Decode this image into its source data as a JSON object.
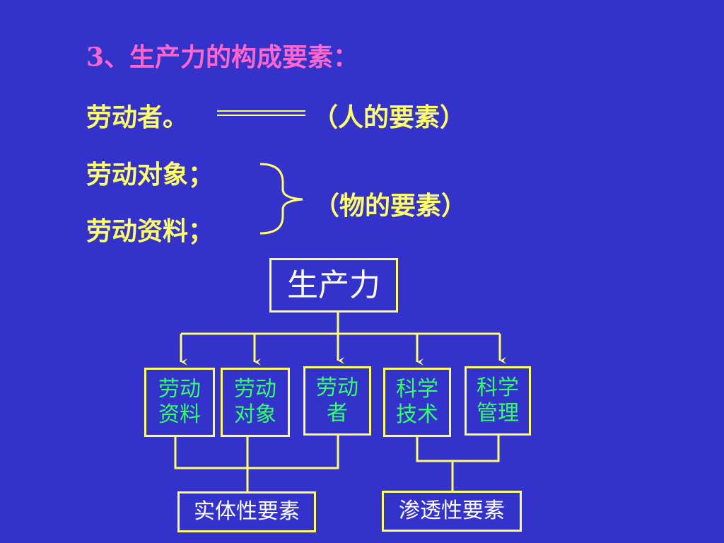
{
  "title": "3、生产力的构成要素：",
  "line1": {
    "text": "劳动者。",
    "category": "（人的要素）"
  },
  "group2": {
    "item1": "劳动对象；",
    "item2": "劳动资料；",
    "category": "（物的要素）"
  },
  "diagram": {
    "root": "生产力",
    "children": [
      {
        "label": "劳动\n资料"
      },
      {
        "label": "劳动\n对象"
      },
      {
        "label": "劳动\n者"
      },
      {
        "label": "科学\n技术"
      },
      {
        "label": "科学\n管理"
      }
    ],
    "groups": [
      "实体性要素",
      "渗透性要素"
    ]
  },
  "colors": {
    "background": "#3333cc",
    "title": "#ff66cc",
    "text": "#ffff66",
    "box_text": "#33ff66",
    "line": "#ffff66"
  }
}
